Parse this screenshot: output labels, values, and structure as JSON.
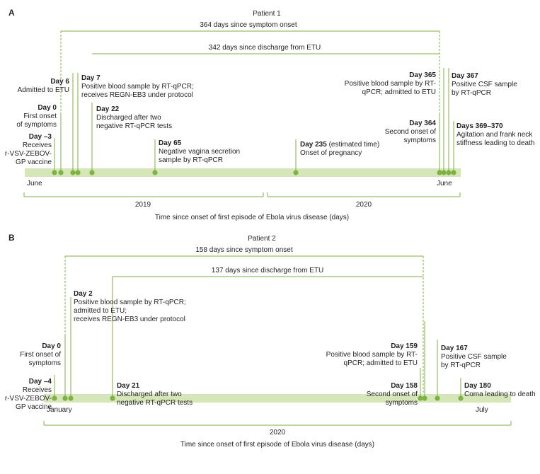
{
  "panel_a": {
    "letter": "A",
    "title": "Patient 1",
    "span1": "364 days since symptom onset",
    "span2": "342 days since discharge from ETU",
    "month_start": "June",
    "month_end": "June",
    "year_left": "2019",
    "year_right": "2020",
    "axis_caption": "Time since onset of first episode of Ebola virus disease (days)",
    "events": [
      {
        "day": "Day –3",
        "lines": [
          "Receives",
          "r-VSV-ZEBOV-",
          "GP vaccine"
        ]
      },
      {
        "day": "Day 0",
        "lines": [
          "First onset",
          "of symptoms"
        ]
      },
      {
        "day": "Day 6",
        "lines": [
          "Admitted to ETU"
        ]
      },
      {
        "day": "Day 7",
        "lines": [
          "Positive blood sample by RT-qPCR;",
          "receives REGN-EB3 under protocol"
        ]
      },
      {
        "day": "Day 22",
        "lines": [
          "Discharged after two",
          "negative RT-qPCR tests"
        ]
      },
      {
        "day": "Day 65",
        "lines": [
          "Negative vagina secretion",
          "sample by RT-qPCR"
        ]
      },
      {
        "day": "Day 235",
        "suffix": " (estimated time)",
        "lines": [
          "Onset of pregnancy"
        ]
      },
      {
        "day": "Day 364",
        "lines": [
          "Second onset of",
          "symptoms"
        ]
      },
      {
        "day": "Day 365",
        "lines": [
          "Positive blood sample by RT-",
          "qPCR; admitted to ETU"
        ]
      },
      {
        "day": "Day 367",
        "lines": [
          "Positive CSF sample",
          "by RT-qPCR"
        ]
      },
      {
        "day": "Days 369–370",
        "lines": [
          "Agitation and frank neck",
          "stiffness leading to death"
        ]
      }
    ]
  },
  "panel_b": {
    "letter": "B",
    "title": "Patient 2",
    "span1": "158 days since symptom onset",
    "span2": "137 days since discharge from ETU",
    "month_start": "January",
    "month_end": "July",
    "year": "2020",
    "axis_caption": "Time since onset of first episode of Ebola virus disease (days)",
    "events": [
      {
        "day": "Day –4",
        "lines": [
          "Receives",
          "r-VSV-ZEBOV-",
          "GP vaccine"
        ]
      },
      {
        "day": "Day 0",
        "lines": [
          "First onset of",
          "symptoms"
        ]
      },
      {
        "day": "Day 2",
        "lines": [
          "Positive blood sample by RT-qPCR;",
          "admitted to ETU;",
          "receives REGN-EB3 under protocol"
        ]
      },
      {
        "day": "Day 21",
        "lines": [
          "Discharged after two",
          "negative RT-qPCR tests"
        ]
      },
      {
        "day": "Day 158",
        "lines": [
          "Second onset of",
          "symptoms"
        ]
      },
      {
        "day": "Day 159",
        "lines": [
          "Positive blood sample by RT-",
          "qPCR; admitted to ETU"
        ]
      },
      {
        "day": "Day 167",
        "lines": [
          "Positive CSF sample",
          "by RT-qPCR"
        ]
      },
      {
        "day": "Day 180",
        "lines": [
          "Coma leading to death"
        ]
      }
    ]
  },
  "colors": {
    "bar": "#d5e6b8",
    "marker": "#7cb342",
    "line": "#7cb342",
    "text": "#231f20"
  }
}
